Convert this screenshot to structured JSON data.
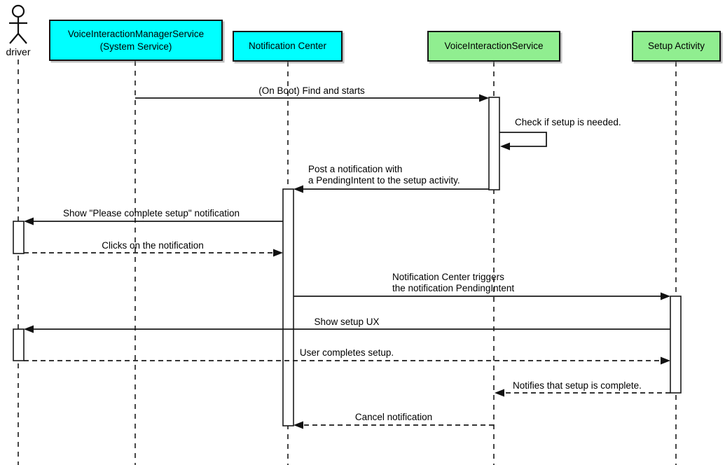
{
  "diagram": {
    "type": "uml-sequence",
    "background": "#ffffff",
    "colors": {
      "system_participant_fill": "#00ffff",
      "app_participant_fill": "#90ee90",
      "stroke": "#000000",
      "activation_fill": "#ffffff"
    },
    "actor": {
      "name": "driver"
    },
    "participants": [
      {
        "label_lines": [
          "VoiceInteractionManagerService",
          "(System Service)"
        ],
        "fill": "#00ffff"
      },
      {
        "label_lines": [
          "Notification Center"
        ],
        "fill": "#00ffff"
      },
      {
        "label_lines": [
          "VoiceInteractionService"
        ],
        "fill": "#90ee90"
      },
      {
        "label_lines": [
          "Setup Activity"
        ],
        "fill": "#90ee90"
      }
    ],
    "messages": [
      {
        "from": "VoiceInteractionManagerService",
        "to": "VoiceInteractionService",
        "style": "solid",
        "lines": [
          "(On Boot) Find and starts"
        ]
      },
      {
        "from": "VoiceInteractionService",
        "to": "VoiceInteractionService",
        "style": "solid",
        "self": true,
        "lines": [
          "Check if setup is needed."
        ]
      },
      {
        "from": "VoiceInteractionService",
        "to": "Notification Center",
        "style": "solid",
        "lines": [
          "Post a notification with",
          "a PendingIntent to the setup activity."
        ]
      },
      {
        "from": "Notification Center",
        "to": "driver",
        "style": "solid",
        "lines": [
          "Show \"Please complete setup\" notification"
        ]
      },
      {
        "from": "driver",
        "to": "Notification Center",
        "style": "dashed",
        "lines": [
          "Clicks on the notification"
        ]
      },
      {
        "from": "Notification Center",
        "to": "Setup Activity",
        "style": "solid",
        "lines": [
          "Notification Center triggers",
          "the notification PendingIntent"
        ]
      },
      {
        "from": "Setup Activity",
        "to": "driver",
        "style": "solid",
        "lines": [
          "Show setup UX"
        ]
      },
      {
        "from": "driver",
        "to": "Setup Activity",
        "style": "dashed",
        "lines": [
          "User completes setup."
        ]
      },
      {
        "from": "Setup Activity",
        "to": "VoiceInteractionService",
        "style": "dashed",
        "lines": [
          "Notifies that setup is complete."
        ]
      },
      {
        "from": "VoiceInteractionService",
        "to": "Notification Center",
        "style": "dashed",
        "lines": [
          "Cancel notification"
        ]
      }
    ]
  }
}
